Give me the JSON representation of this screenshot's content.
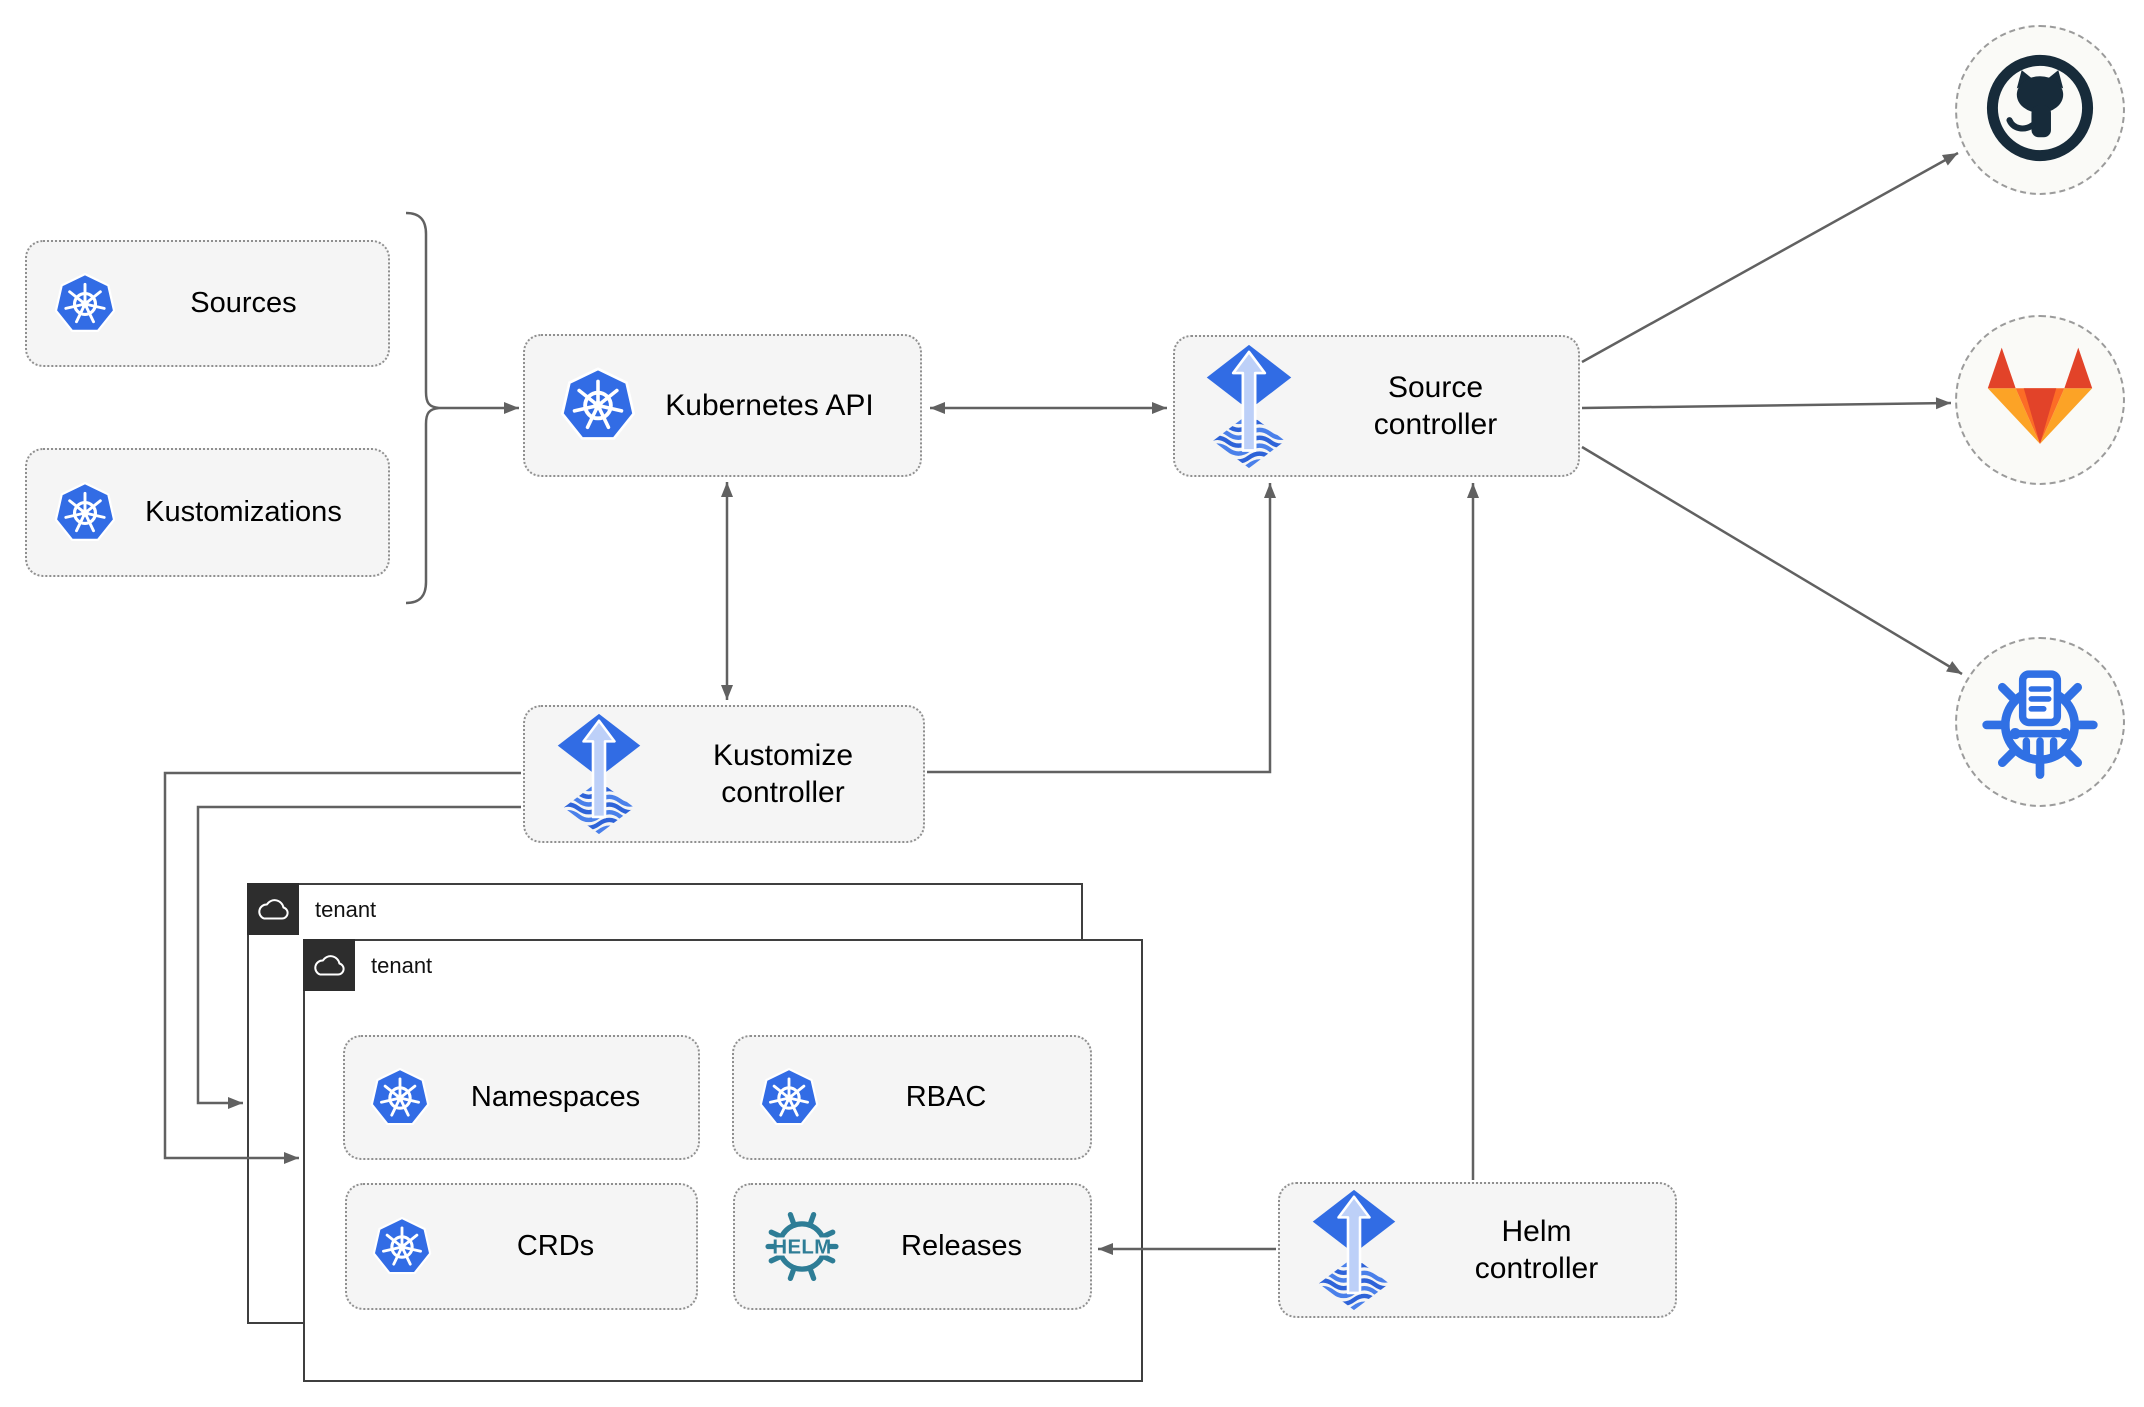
{
  "diagram": {
    "nodes": {
      "sources": {
        "label": "Sources",
        "icon": "kubernetes-logo"
      },
      "kustomizations": {
        "label": "Kustomizations",
        "icon": "kubernetes-logo"
      },
      "kubernetes_api": {
        "label": "Kubernetes API",
        "icon": "kubernetes-logo"
      },
      "source_controller": {
        "label": "Source controller",
        "icon": "flux-logo"
      },
      "kustomize_controller": {
        "label": "Kustomize controller",
        "icon": "flux-logo"
      },
      "helm_controller": {
        "label": "Helm controller",
        "icon": "flux-logo"
      },
      "namespaces": {
        "label": "Namespaces",
        "icon": "kubernetes-logo"
      },
      "rbac": {
        "label": "RBAC",
        "icon": "kubernetes-logo"
      },
      "crds": {
        "label": "CRDs",
        "icon": "kubernetes-logo"
      },
      "releases": {
        "label": "Releases",
        "icon": "helm-logo",
        "icon_text": "HELM"
      }
    },
    "tenants": [
      {
        "label": "tenant",
        "icon": "cloud-icon"
      },
      {
        "label": "tenant",
        "icon": "cloud-icon"
      }
    ],
    "remotes": [
      {
        "name": "github",
        "icon": "github-logo"
      },
      {
        "name": "gitlab",
        "icon": "gitlab-logo"
      },
      {
        "name": "helm-repository",
        "icon": "helm-repository-logo"
      }
    ],
    "edges": [
      "sources+kustomizations -> kubernetes-api",
      "kubernetes-api <-> source-controller",
      "kubernetes-api <-> kustomize-controller",
      "kustomize-controller -> source-controller",
      "helm-controller -> source-controller",
      "helm-controller -> releases",
      "kustomize-controller -> tenant-front",
      "kustomize-controller -> tenant-back",
      "source-controller -> github",
      "source-controller -> gitlab",
      "source-controller -> helm-repository"
    ],
    "colors": {
      "kubernetes_blue": "#326CE5",
      "flux_blue": "#316CE4",
      "flux_arrow_light": "#BDD0F8",
      "helm_teal": "#2E7D96",
      "github_dark": "#172B3A",
      "gitlab_red": "#E24329",
      "gitlab_orange": "#FC6D26",
      "gitlab_amber": "#FCA326",
      "chartmuseum_blue": "#3070E4",
      "node_fill": "#F5F5F5",
      "node_border": "#8F8F8F",
      "line_gray": "#616161",
      "tenant_border": "#3F3F3F",
      "tenant_badge_bg": "#2D2D2D",
      "remote_fill": "#FAFAF7",
      "text_color": "#000000"
    }
  }
}
